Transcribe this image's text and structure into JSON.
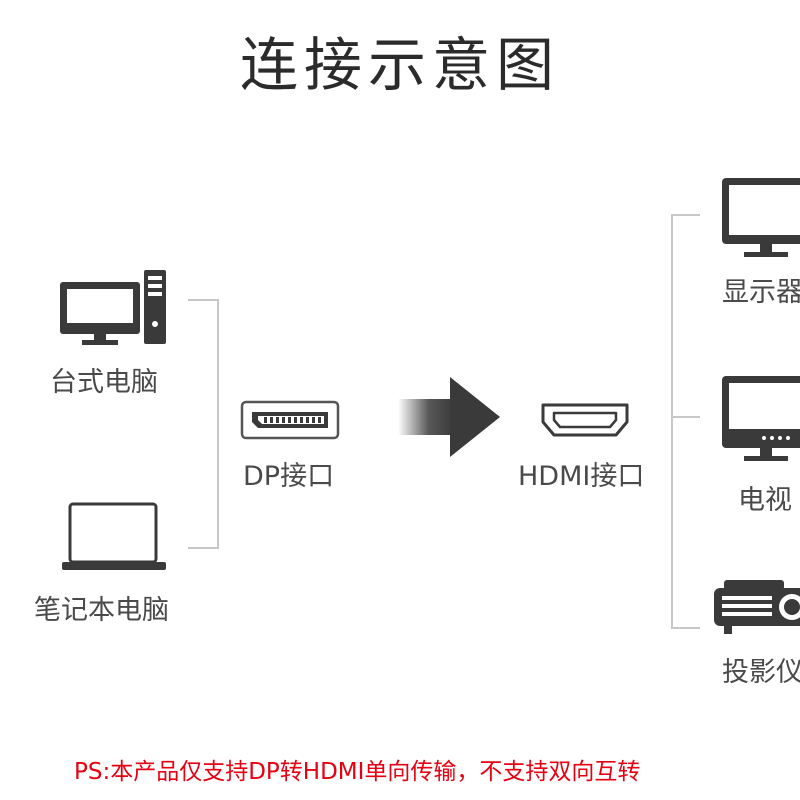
{
  "title": "连接示意图",
  "sources": {
    "desktop": "台式电脑",
    "laptop": "笔记本电脑"
  },
  "ports": {
    "input": "DP接口",
    "output": "HDMI接口"
  },
  "outputs": {
    "monitor": "显示器",
    "tv": "电视",
    "projector": "投影仪"
  },
  "note": "PS:本产品仅支持DP转HDMI单向传输，不支持双向互转",
  "colors": {
    "icon": "#3a3a3a",
    "line": "#c8c8c8",
    "note": "#e60012"
  }
}
